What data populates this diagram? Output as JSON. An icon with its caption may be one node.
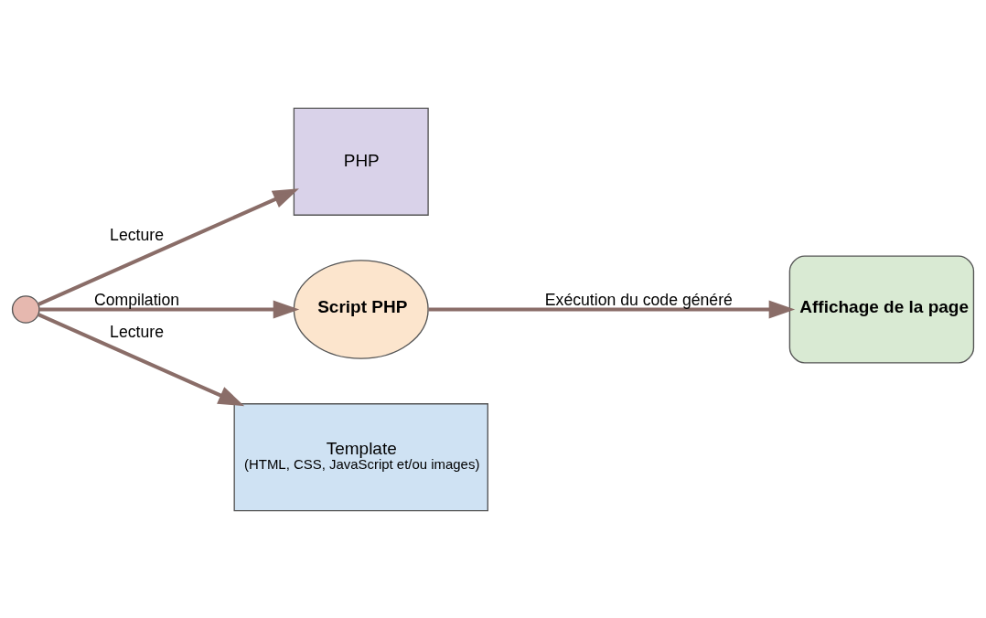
{
  "diagram": {
    "nodes": [
      {
        "text": [
          "PHP"
        ]
      },
      {
        "text": [],
        "shape": "point"
      },
      {
        "text": [
          "Template",
          "(HTML, CSS, JavaScript et/ou images)"
        ]
      },
      {
        "text": [
          "Script PHP"
        ]
      },
      {
        "text": [
          "Affichage de la page"
        ]
      }
    ],
    "edges": [
      {
        "from": 1,
        "to": 0,
        "arrow": "to",
        "label": "Lecture"
      },
      {
        "from": 1,
        "to": 3,
        "arrow": "to",
        "label": "Compilation"
      },
      {
        "from": 1,
        "to": 2,
        "arrow": "to",
        "label": "Lecture"
      },
      {
        "from": 3,
        "to": 4,
        "arrow": "to",
        "label": "Exécution du code généré"
      }
    ]
  }
}
